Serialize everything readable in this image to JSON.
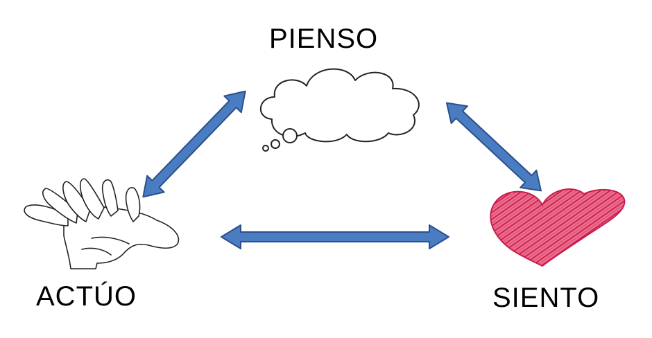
{
  "labels": {
    "top": "PIENSO",
    "bottom_left": "ACTÚO",
    "bottom_right": "SIENTO"
  },
  "icons": {
    "top": "thought-cloud-icon",
    "bottom_left": "open-hand-icon",
    "bottom_right": "heart-icon"
  },
  "colors": {
    "arrow_fill": "#4a7cc2",
    "arrow_stroke": "#2b4f8c",
    "heart": "#d8325e",
    "outline": "#222222"
  }
}
